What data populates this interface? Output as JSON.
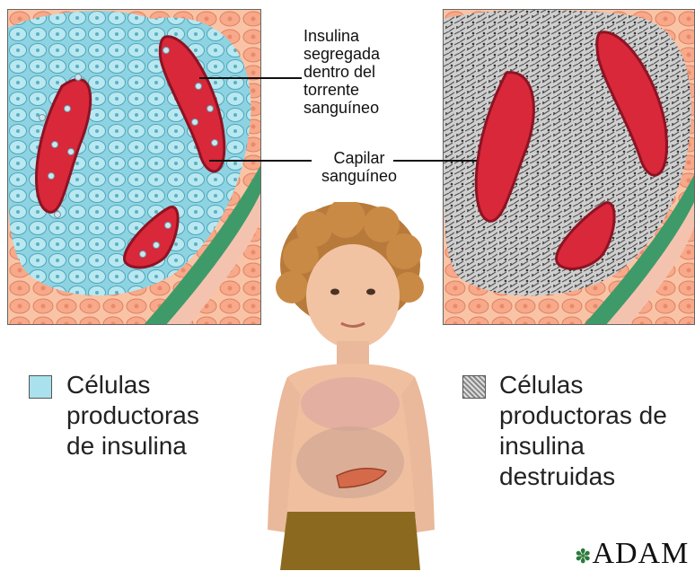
{
  "annotations": {
    "insulin_lines": [
      "Insulina",
      "segregada",
      "dentro del",
      "torrente",
      "sanguíneo"
    ],
    "capillary_lines": [
      "Capilar",
      "sanguíneo"
    ]
  },
  "legend": {
    "producing_lines": [
      "Células",
      "productoras",
      "de insulina"
    ],
    "destroyed_lines": [
      "Células",
      "productoras de",
      "insulina",
      "destruidas"
    ]
  },
  "logo": {
    "text": "ADAM"
  },
  "colors": {
    "insulin_cell": "#a9e1ec",
    "tissue_cell": "#f7a98a",
    "capillary": "#d8283a",
    "destroyed_cell": "#9a9a9a",
    "vessel_band": "#3f9a6a"
  }
}
